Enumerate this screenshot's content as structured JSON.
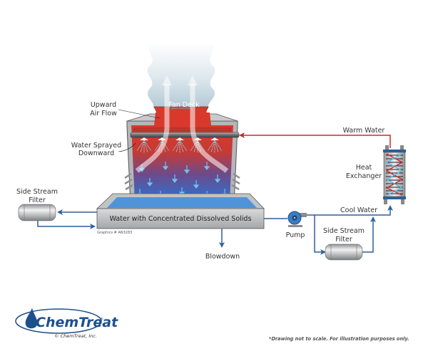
{
  "diagram": {
    "title": "Cooling Tower Water Flow Diagram",
    "labels": {
      "fan_deck": "Fan Deck",
      "upward_air_flow_line1": "Upward",
      "upward_air_flow_line2": "Air Flow",
      "water_sprayed_line1": "Water Sprayed",
      "water_sprayed_line2": "Downward",
      "basin": "Water with Concentrated Dissolved Solids",
      "graphics_id": "Graphics # AN3283",
      "warm_water": "Warm Water",
      "heat_exchanger_line1": "Heat",
      "heat_exchanger_line2": "Exchanger",
      "cool_water": "Cool Water",
      "pump": "Pump",
      "side_stream_filter_left_line1": "Side Stream",
      "side_stream_filter_left_line2": "Filter",
      "side_stream_filter_right_line1": "Side Stream",
      "side_stream_filter_right_line2": "Filter",
      "blowdown": "Blowdown"
    },
    "colors": {
      "warm_line": "#c8282d",
      "cool_line": "#2d5f99",
      "tower_red": "#d8392c",
      "water_blue": "#2d7fd6",
      "casing_gray": "#a7a9ac"
    }
  },
  "branding": {
    "logo_text": "ChemTreat",
    "registered": "®",
    "copyright": "© ChemTreat, Inc.",
    "disclaimer": "*Drawing not to scale. For illustration purposes only.",
    "logo_color": "#1d4f8c"
  }
}
